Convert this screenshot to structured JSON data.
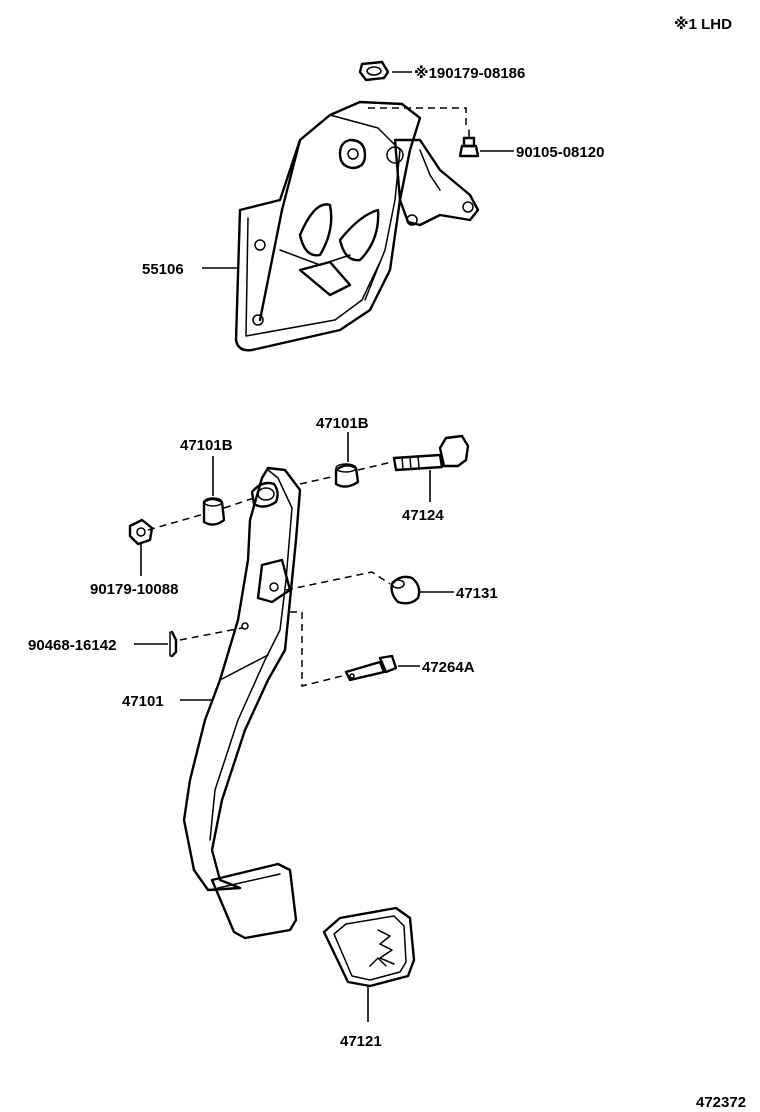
{
  "diagram": {
    "note": "※1 LHD",
    "figure_number": "472372",
    "callouts": {
      "nut_lhd": "※190179-08186",
      "bolt_top": "90105-08120",
      "bracket": "55106",
      "bushing_left": "47101B",
      "bushing_right": "47101B",
      "bolt_pivot": "47124",
      "nut_pivot": "90179-10088",
      "stopper": "47131",
      "clip": "90468-16142",
      "pedal_arm": "47101",
      "pin": "47264A",
      "pedal_pad": "47121"
    }
  }
}
